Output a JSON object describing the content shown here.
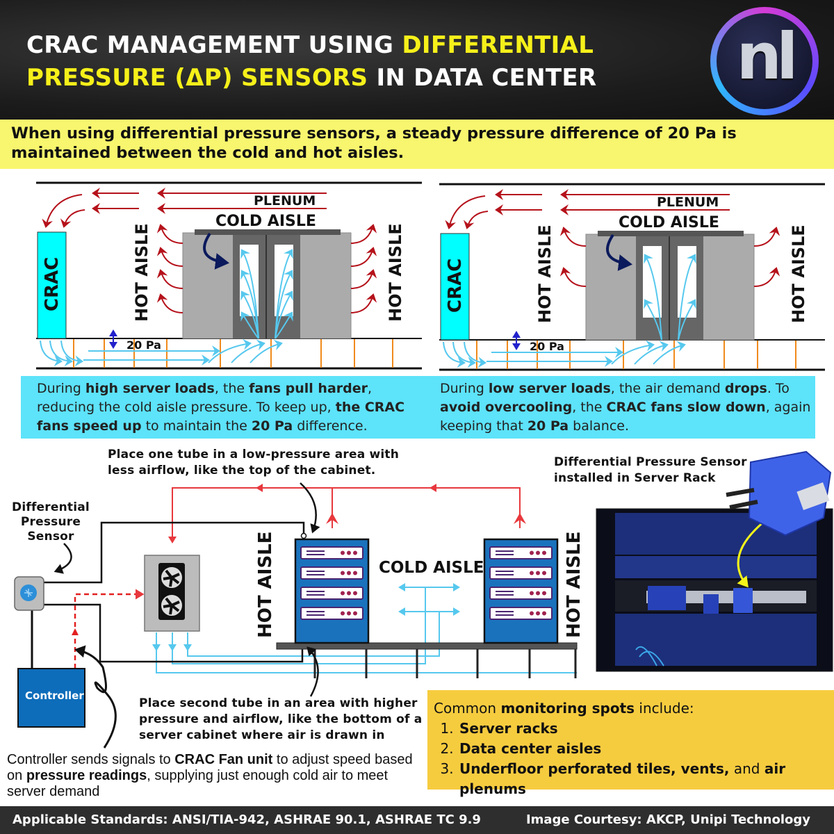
{
  "header": {
    "title_line1": [
      {
        "text": "CRAC MANAGEMENT USING ",
        "hl": false
      },
      {
        "text": "DIFFERENTIAL",
        "hl": true
      }
    ],
    "title_line2": [
      {
        "text": "PRESSURE (ΔP) SENSORS",
        "hl": true
      },
      {
        "text": " IN DATA CENTER",
        "hl": false
      }
    ],
    "logo_text": "nl"
  },
  "band": {
    "text": "When using differential pressure sensors, a steady pressure difference of 20 Pa is maintained between the cold and hot aisles."
  },
  "diagram_labels": {
    "plenum": "PLENUM",
    "cold_aisle": "COLD AISLE",
    "hot_aisle": "HOT AISLE",
    "crac": "CRAC",
    "pressure": "20 Pa"
  },
  "high_load": [
    {
      "text": "During ",
      "bold": false
    },
    {
      "text": "high server loads",
      "bold": true
    },
    {
      "text": ", the ",
      "bold": false
    },
    {
      "text": "fans pull harder",
      "bold": true
    },
    {
      "text": ", reducing the cold aisle pressure. To keep up, ",
      "bold": false
    },
    {
      "text": "the CRAC fans speed up",
      "bold": true
    },
    {
      "text": " to maintain the ",
      "bold": false
    },
    {
      "text": "20 Pa",
      "bold": true
    },
    {
      "text": " difference.",
      "bold": false
    }
  ],
  "low_load": [
    {
      "text": "During ",
      "bold": false
    },
    {
      "text": "low server loads",
      "bold": true
    },
    {
      "text": ", the air demand ",
      "bold": false
    },
    {
      "text": "drops",
      "bold": true
    },
    {
      "text": ". To ",
      "bold": false
    },
    {
      "text": "avoid overcooling",
      "bold": true
    },
    {
      "text": ", the ",
      "bold": false
    },
    {
      "text": "CRAC fans slow down",
      "bold": true
    },
    {
      "text": ", again keeping that ",
      "bold": false
    },
    {
      "text": "20 Pa",
      "bold": true
    },
    {
      "text": " balance.",
      "bold": false
    }
  ],
  "setup": {
    "callout_top": "Place one tube in a low-pressure area with less airflow, like the top of the cabinet.",
    "callout_bottom": "Place second tube in an area with higher pressure and airflow, like the bottom of a server cabinet where air is drawn in",
    "sensor_label": "Differential Pressure Sensor",
    "controller_label": "Controller",
    "hot_aisle": "HOT AISLE",
    "cold_aisle": "COLD AISLE",
    "photo_label": "Differential Pressure Sensor installed in Server Rack",
    "caption": [
      {
        "text": "Controller sends signals to ",
        "bold": false
      },
      {
        "text": "CRAC Fan unit",
        "bold": true
      },
      {
        "text": " to adjust speed based on ",
        "bold": false
      },
      {
        "text": "pressure readings",
        "bold": true
      },
      {
        "text": ", supplying just enough cold air to meet server demand",
        "bold": false
      }
    ]
  },
  "spots": {
    "intro": [
      {
        "text": "Common ",
        "bold": false
      },
      {
        "text": "monitoring spots",
        "bold": true
      },
      {
        "text": " include:",
        "bold": false
      }
    ],
    "items": [
      [
        {
          "text": "Server racks",
          "bold": true
        }
      ],
      [
        {
          "text": "Data center aisles",
          "bold": true
        }
      ],
      [
        {
          "text": "Underfloor perforated tiles, vents,",
          "bold": true
        },
        {
          "text": " and ",
          "bold": false
        },
        {
          "text": "air plenums",
          "bold": true
        }
      ]
    ]
  },
  "footer": {
    "standards": "Applicable Standards: ANSI/TIA-942, ASHRAE 90.1, ASHRAE TC 9.9",
    "courtesy": "Image Courtesy: AKCP, Unipi Technology"
  },
  "colors": {
    "title_highlight": "#f6f01a",
    "band": "#f8f66e",
    "info_box": "#5de3fa",
    "spots_box": "#f6cc3f",
    "crac": "#00ffff",
    "hot_air": "#b5121b",
    "cold_air": "#56c8ee",
    "rack": "#1a72bd",
    "tile": "#f08a1c"
  }
}
